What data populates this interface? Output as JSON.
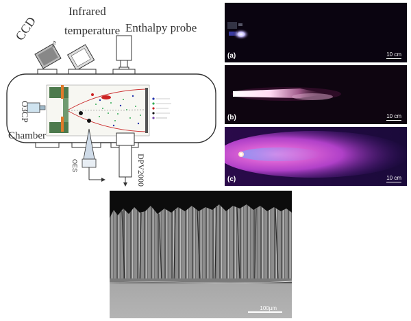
{
  "schematic": {
    "labels": {
      "ccd": "CCD",
      "ccd_small": "ccd",
      "infrared": "Infrared",
      "temperature": "temperature",
      "enthalpy": "Enthalpy probe",
      "o3cp": "O3CP",
      "chamber": "Chamber",
      "oes": "OES",
      "dpv": "DPV2000"
    },
    "colors": {
      "outline": "#333333",
      "green_block": "#4d7a4d",
      "orange_plate": "#e07a2a",
      "particle_red": "#cc2222",
      "particle_blue": "#2233aa",
      "particle_green": "#33aa55",
      "spray_line": "#cc3333"
    }
  },
  "photos": [
    {
      "label": "(a)",
      "scale": "10 cm"
    },
    {
      "label": "(b)",
      "scale": "10 cm"
    },
    {
      "label": "(c)",
      "scale": "10 cm"
    }
  ],
  "sem": {
    "scale": "100µm"
  }
}
